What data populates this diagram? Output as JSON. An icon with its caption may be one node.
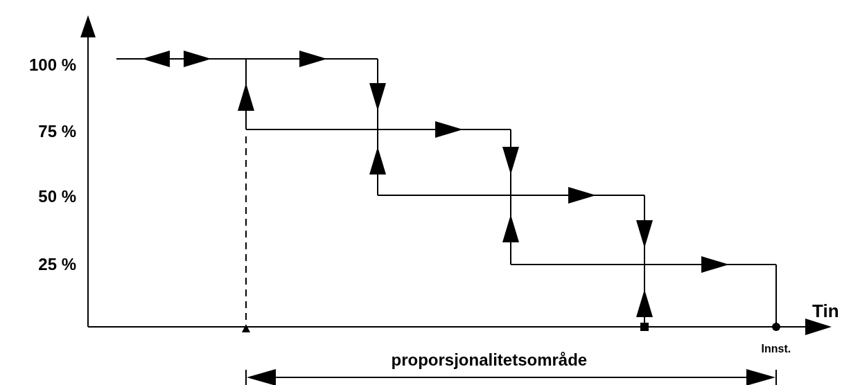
{
  "diagram": {
    "labels": [
      "100 %",
      "75 %",
      "50 %",
      "25 %",
      "Tin",
      "Innst.",
      "proporsjonalitetsområde"
    ]
  }
}
